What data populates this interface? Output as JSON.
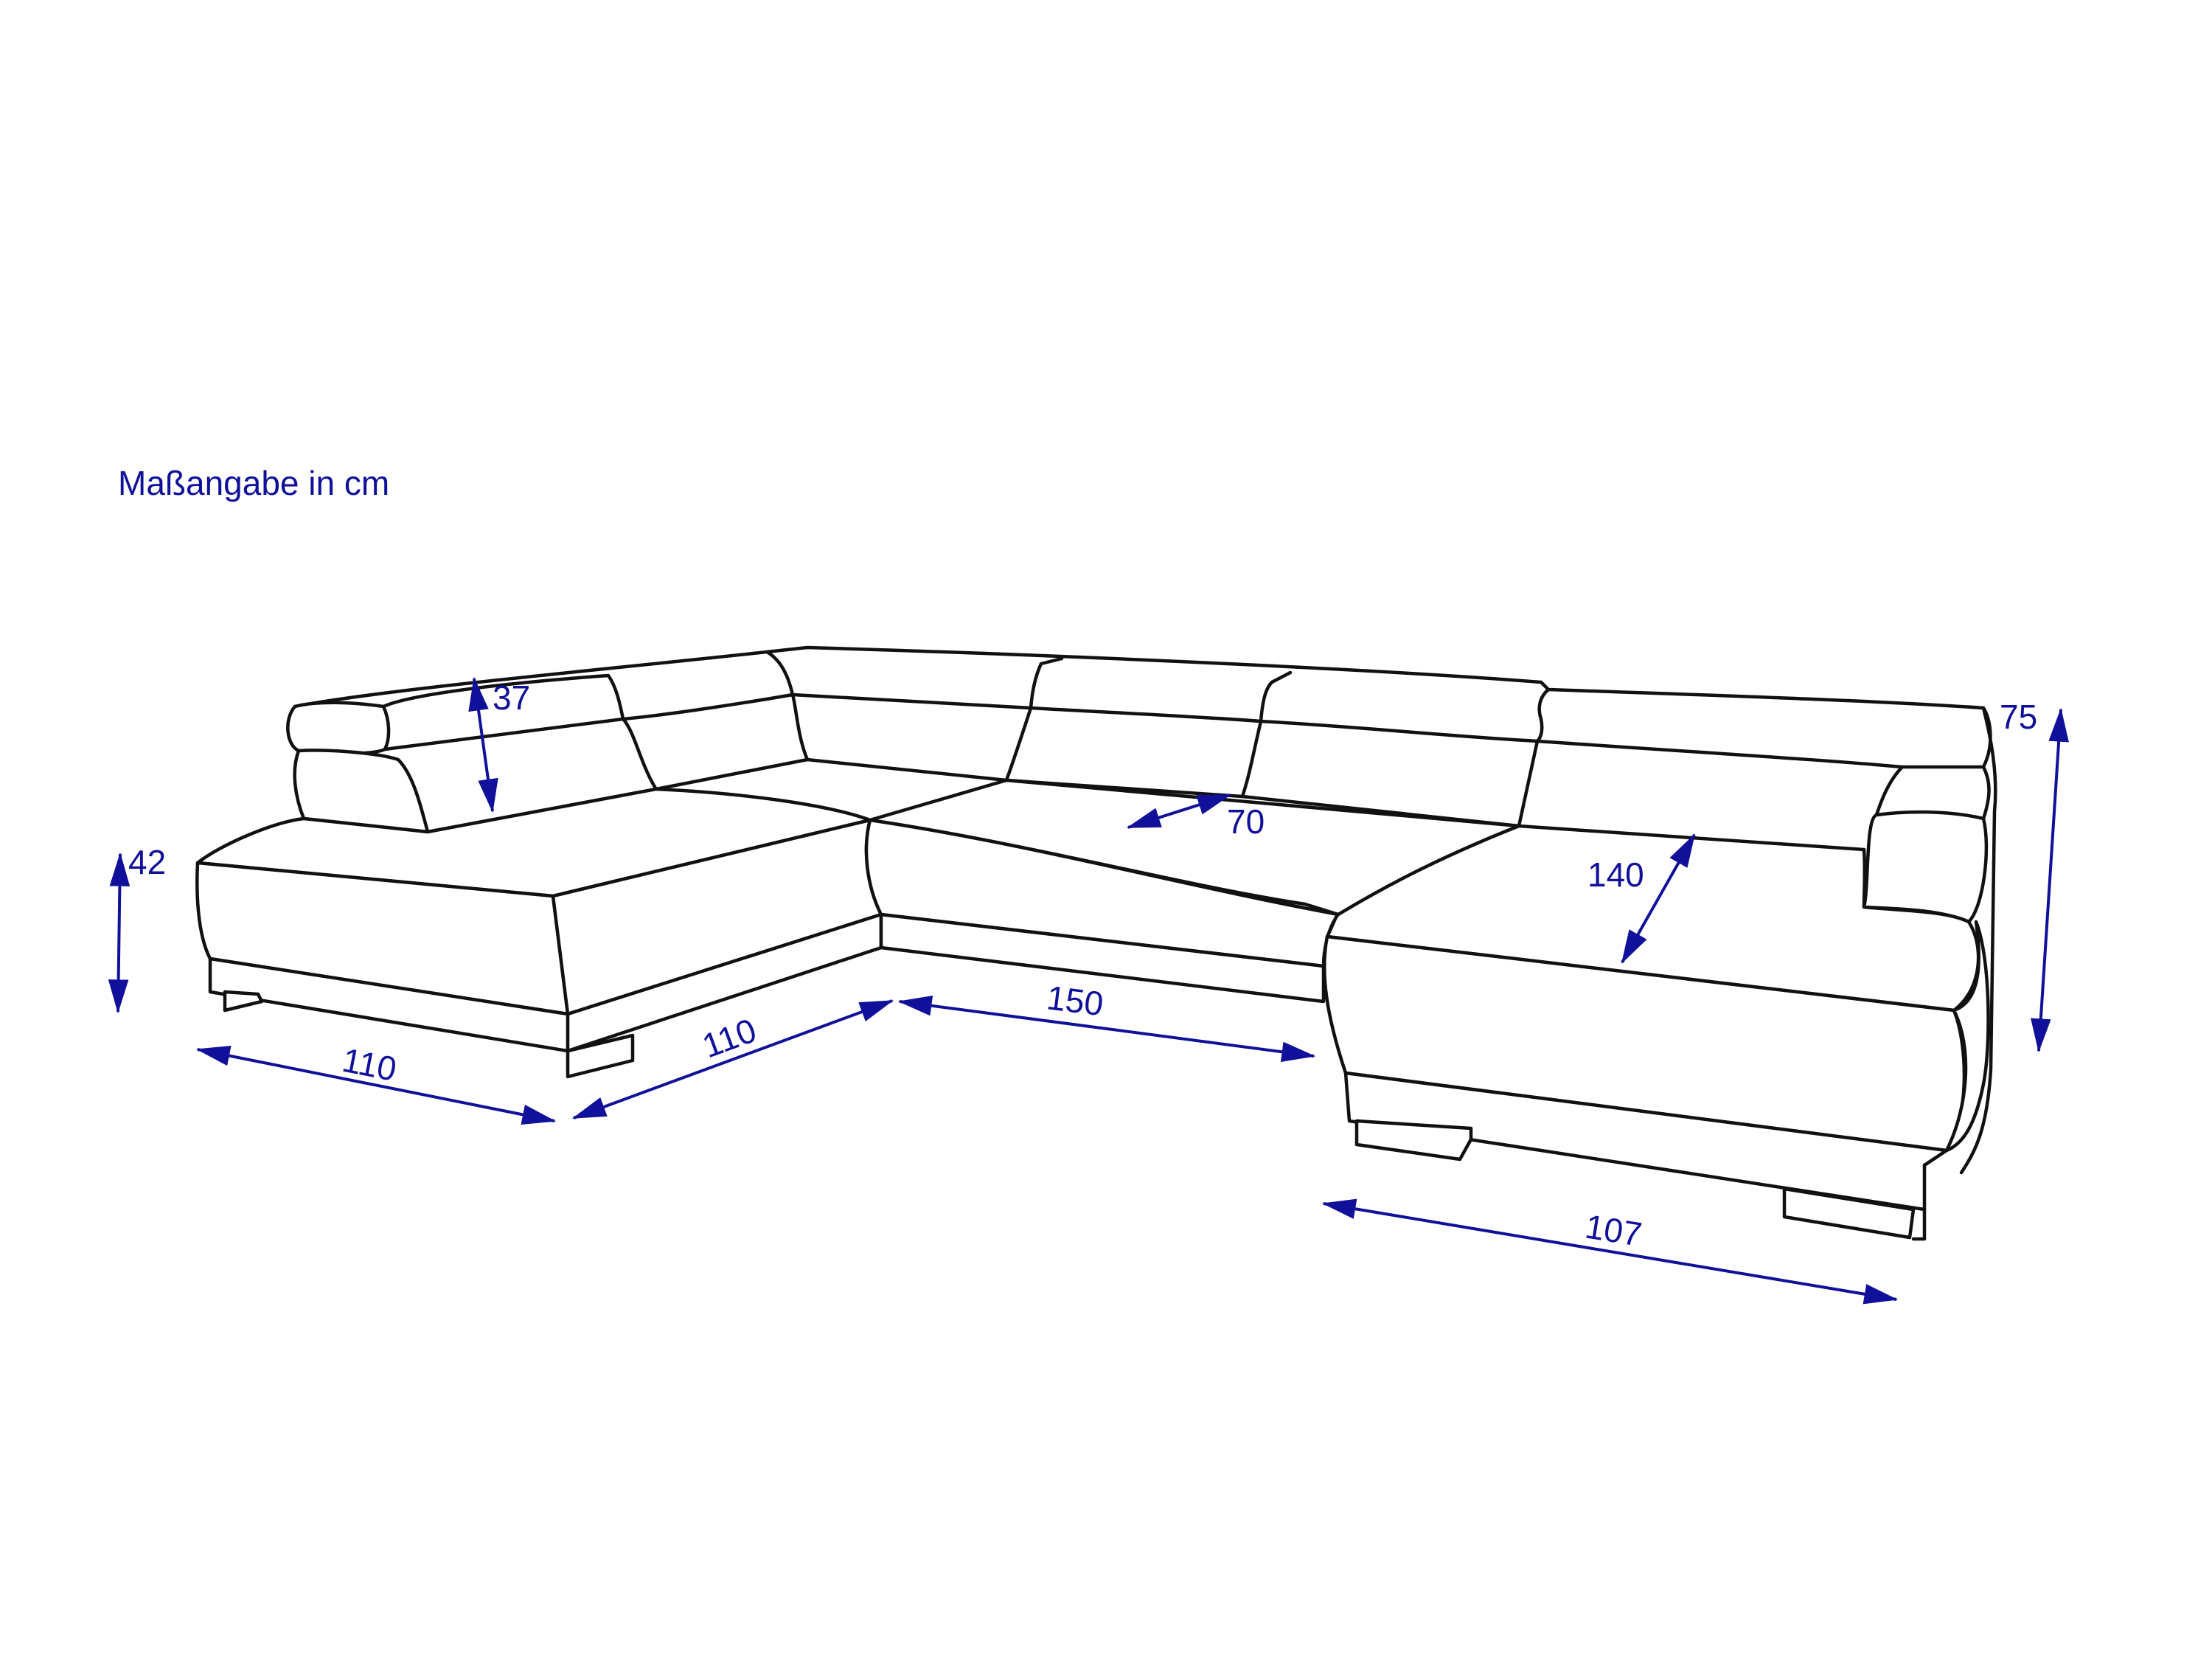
{
  "caption": "Maßangabe in cm",
  "accent_color": "#10109a",
  "dimensions": {
    "headrest_height": "37",
    "seat_height": "42",
    "total_height": "75",
    "seat_depth": "70",
    "recamiere_depth": "140",
    "left_width": "110",
    "left_depth": "110",
    "middle_width": "150",
    "right_width": "107"
  }
}
